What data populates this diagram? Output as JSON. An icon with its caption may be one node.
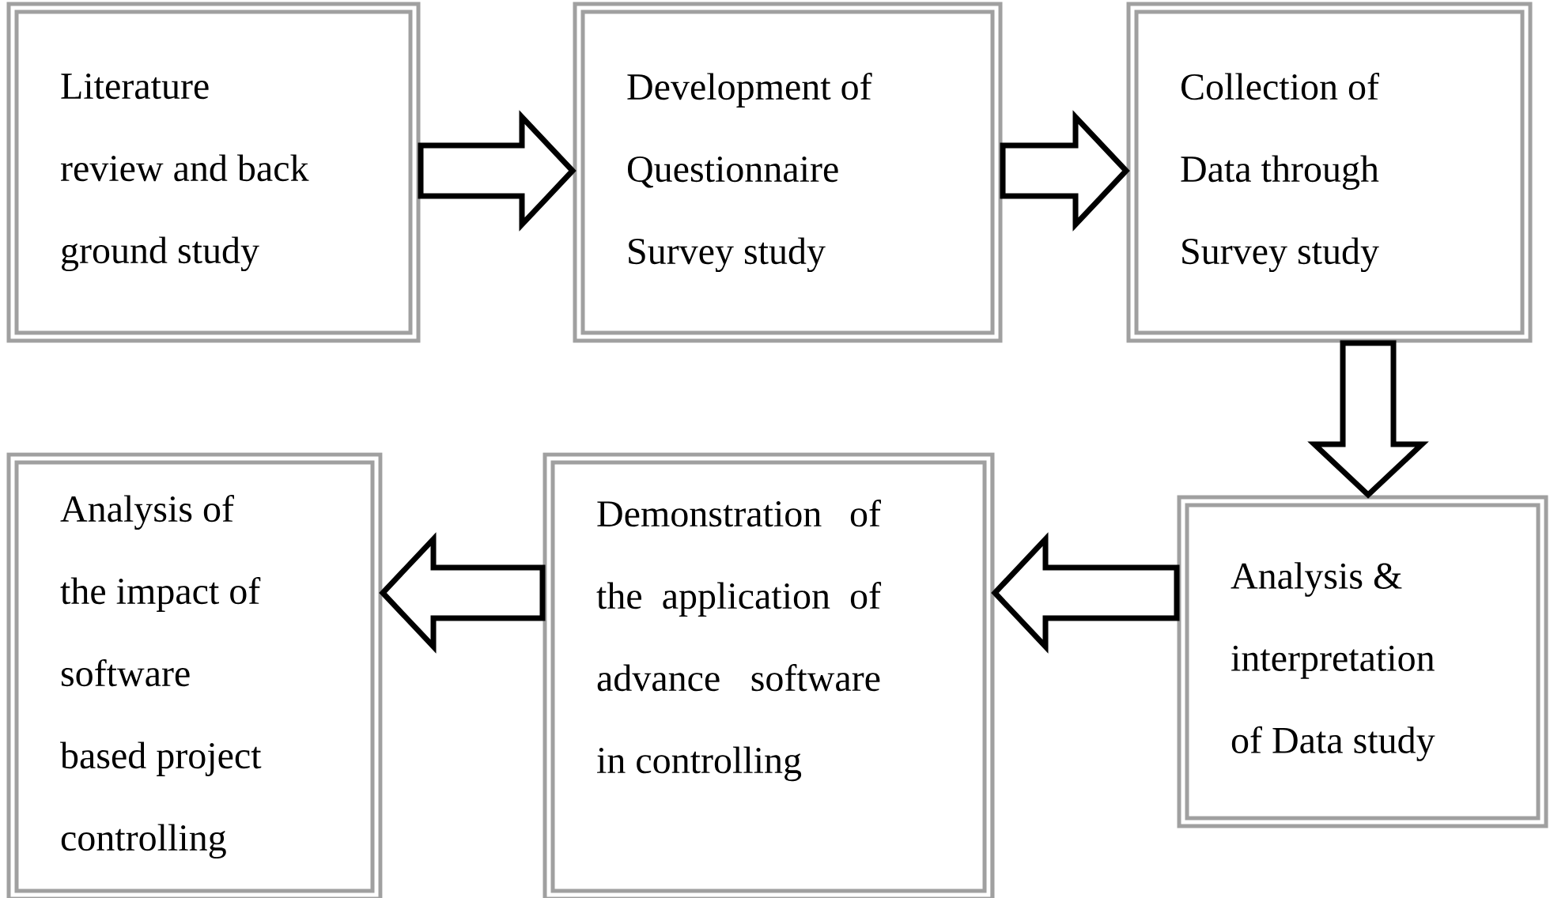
{
  "diagram": {
    "nodes": [
      {
        "text": [
          "Literature review and back ground study"
        ]
      },
      {
        "text": [
          "Development of Questionnaire Survey study"
        ]
      },
      {
        "text": [
          "Collection of Data through Survey study"
        ]
      },
      {
        "text": [
          "Analysis & interpretation of Data study"
        ]
      },
      {
        "text": [
          "Demonstration of the application of advance software in controlling"
        ]
      },
      {
        "text": [
          "Analysis of the impact of software based project controlling"
        ]
      }
    ],
    "edges": [
      {
        "from": 0,
        "to": 1,
        "arrow": "to"
      },
      {
        "from": 1,
        "to": 2,
        "arrow": "to"
      },
      {
        "from": 2,
        "to": 3,
        "arrow": "to"
      },
      {
        "from": 3,
        "to": 4,
        "arrow": "to"
      },
      {
        "from": 4,
        "to": 5,
        "arrow": "to"
      }
    ]
  }
}
